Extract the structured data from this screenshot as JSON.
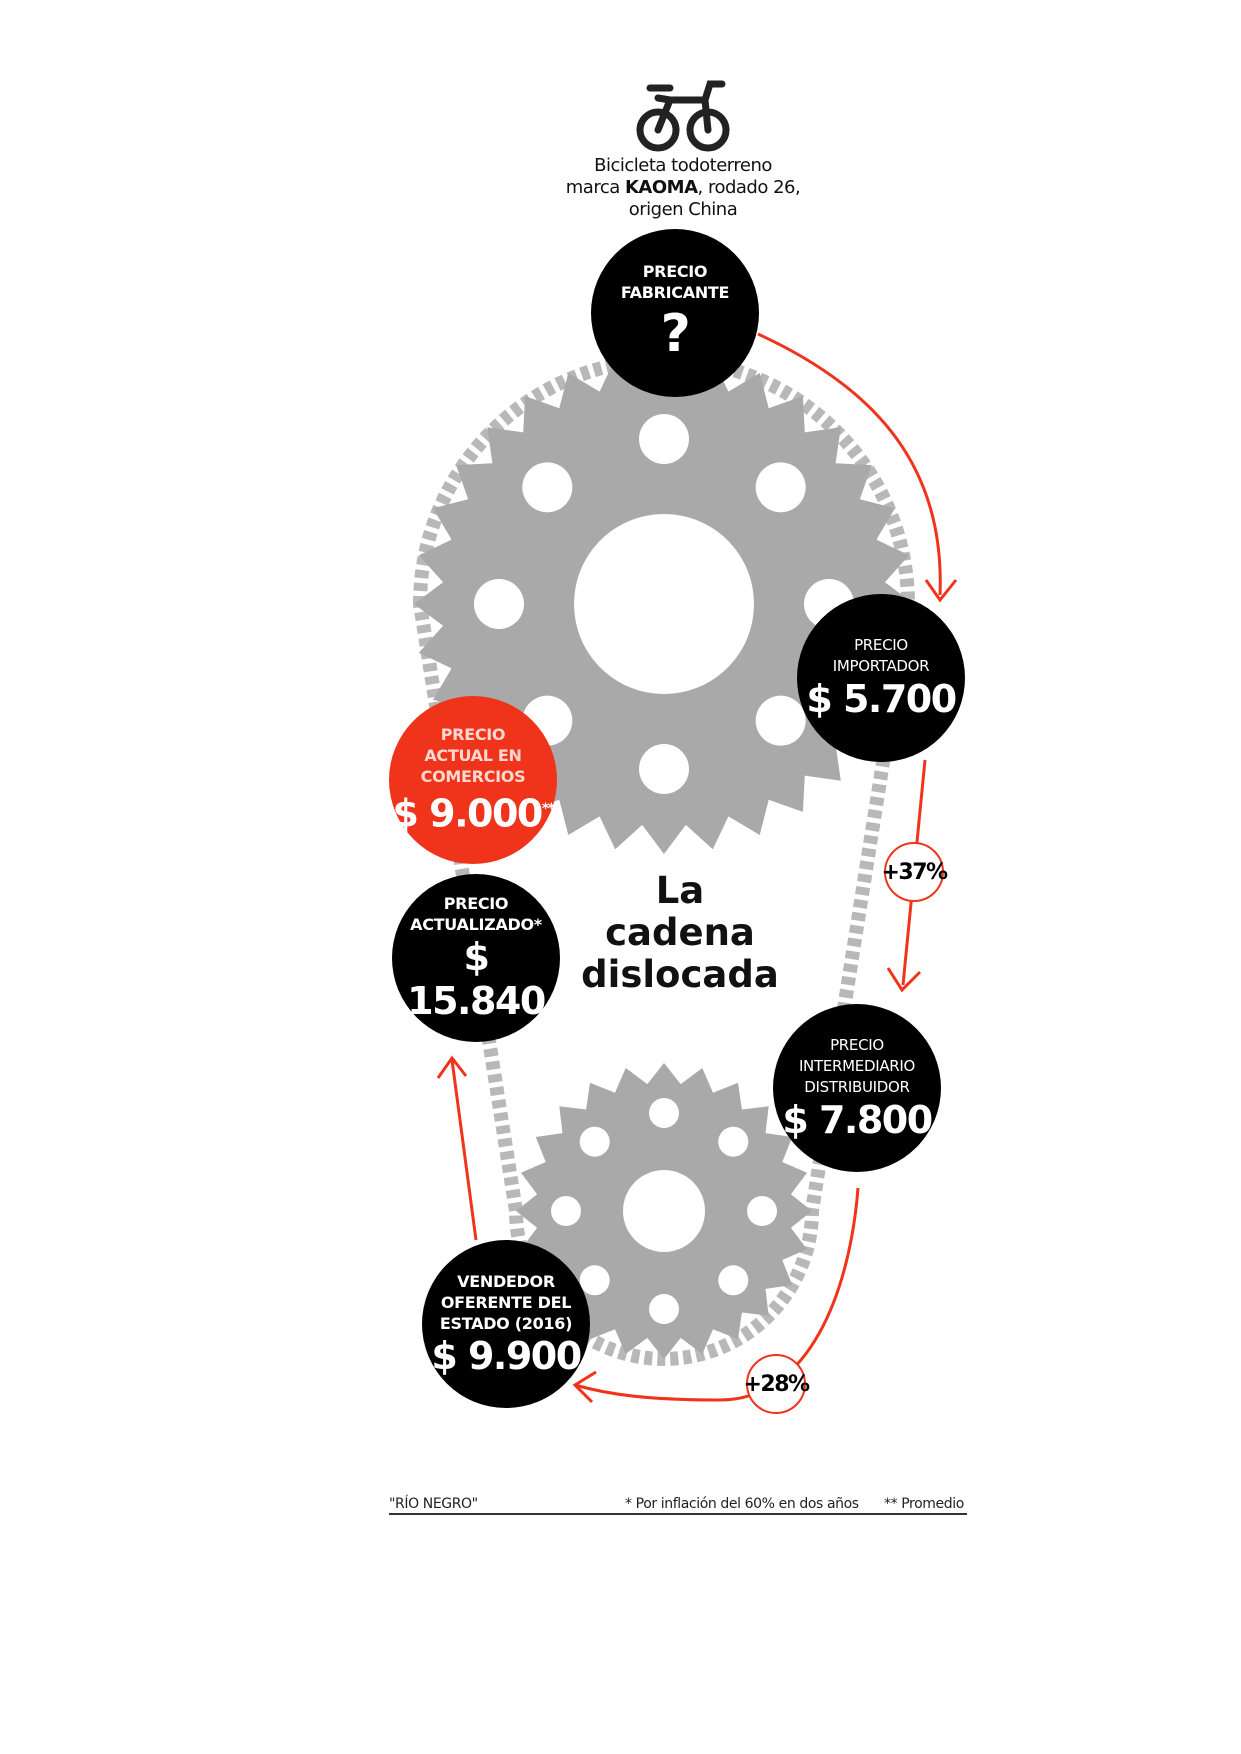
{
  "product": {
    "line1": "Bicicleta todoterreno",
    "line2_pre": "marca ",
    "brand": "KAOMA",
    "line2_post": ", rodado 26,",
    "line3": "origen China",
    "icon": "bicycle-icon"
  },
  "title": [
    "La",
    "cadena",
    "dislocada"
  ],
  "stages": {
    "fabricante": {
      "label1": "PRECIO",
      "label2": "FABRICANTE",
      "value": "?"
    },
    "importador": {
      "label1": "PRECIO",
      "label2": "IMPORTADOR",
      "value": "$ 5.700"
    },
    "intermediario": {
      "label1": "PRECIO",
      "label2": "INTERMEDIARIO",
      "label3": "DISTRIBUIDOR",
      "value": "$ 7.800"
    },
    "vendedor": {
      "label1": "VENDEDOR",
      "label2": "OFERENTE DEL",
      "label3": "ESTADO (2016)",
      "value": "$ 9.900"
    },
    "actualizado": {
      "label1": "PRECIO",
      "label2": "ACTUALIZADO*",
      "value": "$ 15.840"
    },
    "comercios": {
      "label1": "PRECIO",
      "label2": "ACTUAL EN",
      "label3": "COMERCIOS",
      "value": "$ 9.000",
      "mark": "**"
    }
  },
  "increases": {
    "importer_to_distributor": "+37%",
    "distributor_to_seller": "+28%"
  },
  "footer": {
    "source": "\"RÍO NEGRO\"",
    "note1": "* Por inflación del 60% en dos años",
    "note2": "** Promedio"
  },
  "colors": {
    "accent": "#f0341c",
    "gear": "#a9a9a9",
    "chain": "#b8b8b8",
    "bubble": "#000000"
  }
}
